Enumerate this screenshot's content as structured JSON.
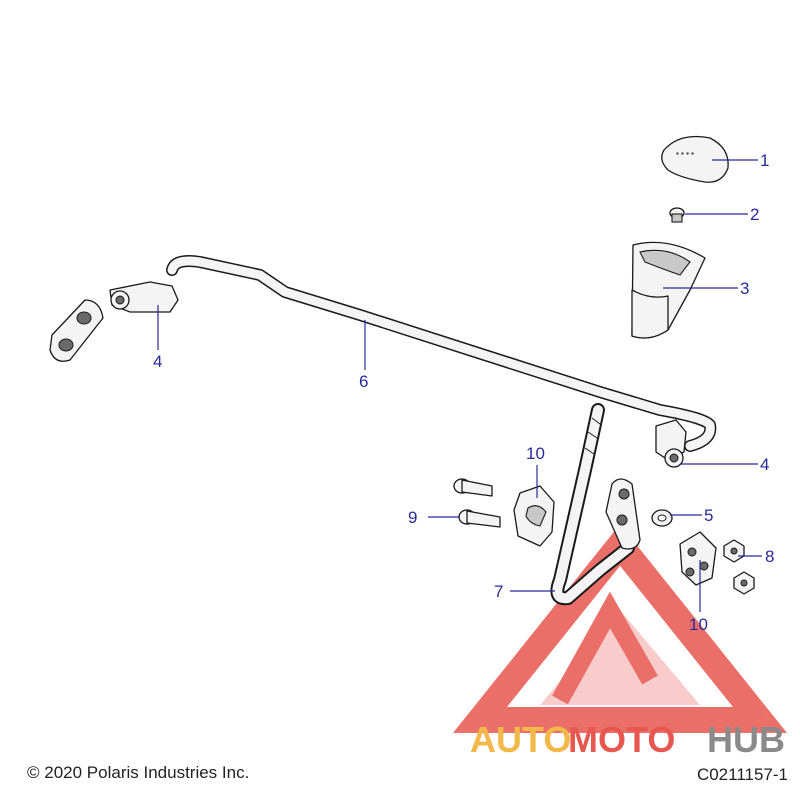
{
  "callouts": {
    "c1": "1",
    "c2": "2",
    "c3": "3",
    "c4a": "4",
    "c4b": "4",
    "c5": "5",
    "c6": "6",
    "c7": "7",
    "c8": "8",
    "c9": "9",
    "c10a": "10",
    "c10b": "10"
  },
  "watermark": {
    "text_auto": "AUTO",
    "text_moto": "MOTO",
    "text_hub": "HUB",
    "color_primary": "#e8574f",
    "color_secondary": "#f2b84a",
    "color_gray": "#8a8a8a"
  },
  "footer": {
    "copyright": "© 2020 Polaris Industries Inc.",
    "code": "C0211157-1"
  },
  "colors": {
    "callout": "#2a2a9a",
    "outline": "#1a1a1a"
  }
}
